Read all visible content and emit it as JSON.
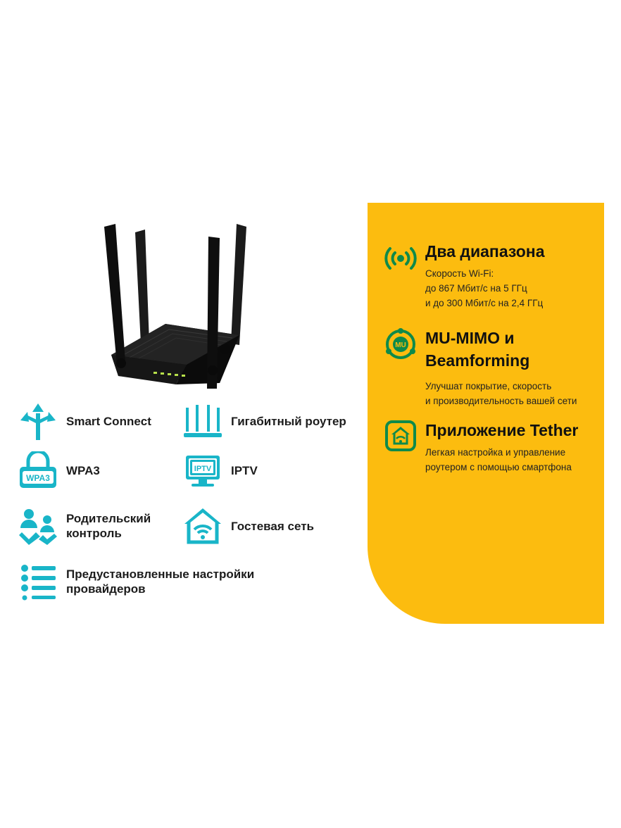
{
  "features": [
    {
      "icon": "smart-connect-arrows-icon",
      "label": "Smart Connect"
    },
    {
      "icon": "gigabit-router-icon",
      "label": "Гигабитный роутер"
    },
    {
      "icon": "wpa3-lock-icon",
      "icon_text": "WPA3",
      "label": "WPA3"
    },
    {
      "icon": "iptv-tv-icon",
      "icon_text": "IPTV",
      "label": "IPTV"
    },
    {
      "icon": "parental-control-icon",
      "label_line1": "Родительский",
      "label_line2": "контроль"
    },
    {
      "icon": "guest-network-house-icon",
      "label": "Гостевая сеть"
    },
    {
      "icon": "provider-list-icon",
      "label_line1": "Предустановленные настройки",
      "label_line2": "провайдеров"
    }
  ],
  "panel": {
    "dual_band": {
      "icon": "wifi-signal-icon",
      "title": "Два диапазона",
      "line1": "Скорость Wi-Fi:",
      "line2": "до 867 Мбит/с на 5 ГГц",
      "line3": "и до 300 Мбит/с на 2,4 ГГц"
    },
    "mumimo": {
      "icon": "mu-mimo-icon",
      "icon_text": "MU",
      "title_line1": "MU-MIMO и",
      "title_line2": "Beamforming",
      "line1": "Улучшат покрытие, скорость",
      "line2": "и производительность вашей сети"
    },
    "tether": {
      "icon": "tether-app-icon",
      "title": "Приложение Tether",
      "line1": "Легкая настройка и управление",
      "line2": "роутером с помощью смартфона"
    }
  },
  "colors": {
    "accent_teal": "#19b5c8",
    "panel_yellow": "#fcbc0f",
    "panel_icon_green": "#0f8a4a"
  }
}
